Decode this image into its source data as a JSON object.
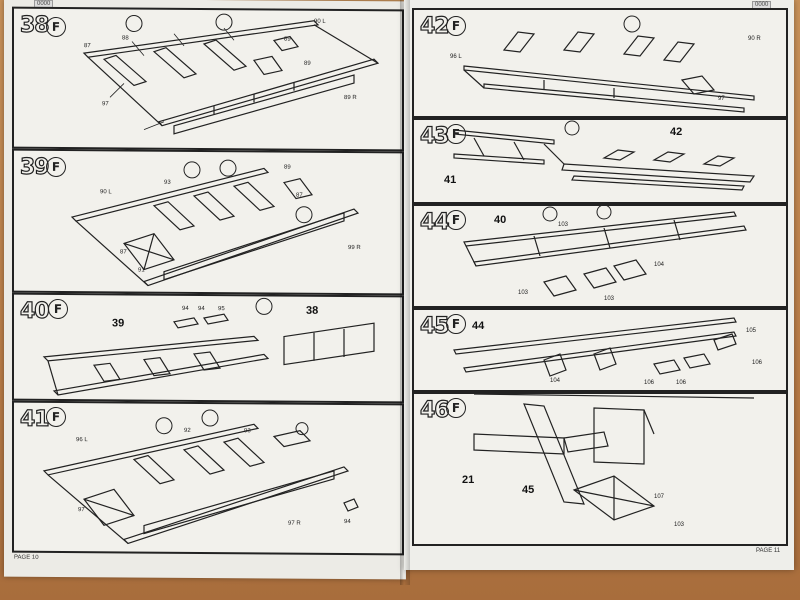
{
  "header": {
    "left_tag": "0000",
    "right_tag": "0000"
  },
  "footer": {
    "left_page": "PAGE 10",
    "right_page": "PAGE 11"
  },
  "glue_symbol": "F",
  "steps": {
    "s38": {
      "number": "38",
      "parts": [
        "90 L",
        "88",
        "89",
        "87",
        "89",
        "97",
        "89 R"
      ]
    },
    "s39": {
      "number": "39",
      "parts": [
        "90 L",
        "93",
        "89",
        "87",
        "87",
        "99 R",
        "91"
      ]
    },
    "s40": {
      "number": "40",
      "parts": [
        "94",
        "94",
        "95"
      ],
      "ref_a": "39",
      "ref_b": "38"
    },
    "s41": {
      "number": "41",
      "parts": [
        "96 L",
        "92",
        "93",
        "97",
        "97 R",
        "94"
      ]
    },
    "s42": {
      "number": "42",
      "parts": [
        "90 R",
        "96 L",
        "97"
      ]
    },
    "s43": {
      "number": "43",
      "ref_a": "42",
      "ref_b": "41"
    },
    "s44": {
      "number": "44",
      "ref_a": "40",
      "parts": [
        "103",
        "103",
        "103",
        "104"
      ]
    },
    "s45": {
      "number": "45",
      "ref_a": "44",
      "parts": [
        "105",
        "106",
        "106",
        "104",
        "106"
      ]
    },
    "s46": {
      "number": "46",
      "ref_a": "21",
      "ref_b": "45",
      "parts": [
        "107",
        "103"
      ]
    }
  }
}
